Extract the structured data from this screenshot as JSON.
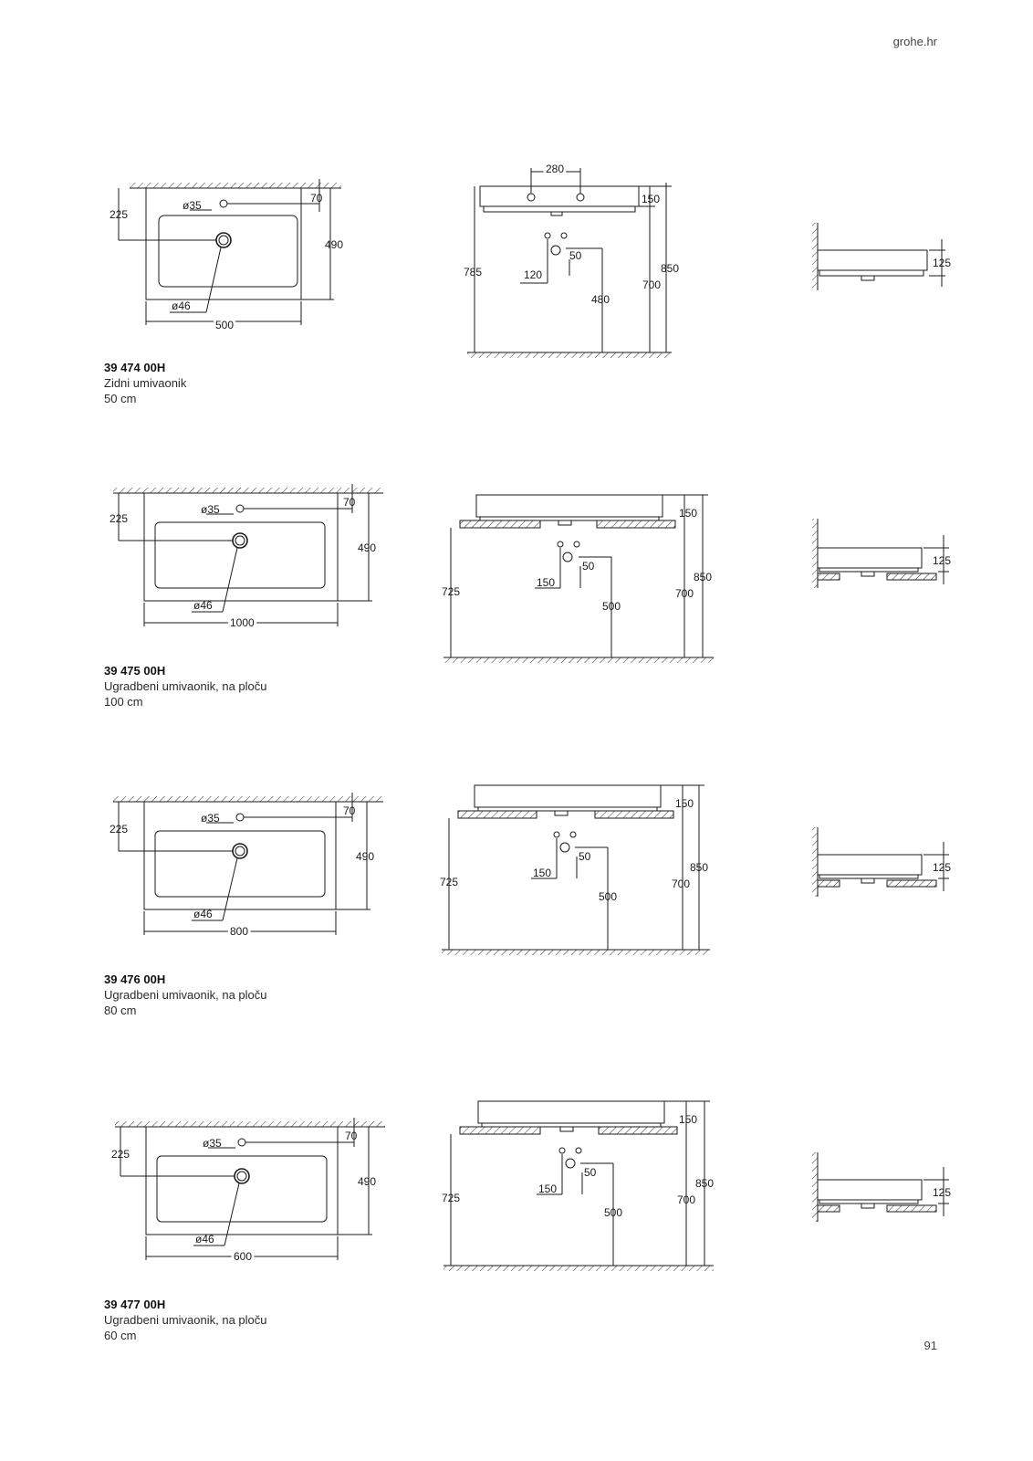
{
  "header": {
    "site": "grohe.hr"
  },
  "footer": {
    "page_number": "91"
  },
  "products": [
    {
      "code": "39 474 00H",
      "desc": "Zidni umivaonik",
      "size": "50 cm",
      "plan": {
        "width": "500",
        "depth": "490",
        "tap_hole": "ø35",
        "waste": "ø46",
        "d1": "225",
        "d2": "70"
      },
      "front": {
        "holes": "280",
        "rim": "150",
        "h_top": "850",
        "h_bottom": "700",
        "h_left": "785",
        "pipe1": "120",
        "pipe2": "50",
        "pipe3": "480"
      },
      "side": {
        "height": "125"
      }
    },
    {
      "code": "39 475 00H",
      "desc": "Ugradbeni umivaonik, na ploču",
      "size": "100 cm",
      "plan": {
        "width": "1000",
        "depth": "490",
        "tap_hole": "ø35",
        "waste": "ø46",
        "d1": "225",
        "d2": "70"
      },
      "front": {
        "rim": "150",
        "h_top": "850",
        "h_bottom": "700",
        "h_left": "725",
        "pipe1": "150",
        "pipe2": "50",
        "pipe3": "500"
      },
      "side": {
        "height": "125"
      }
    },
    {
      "code": "39 476 00H",
      "desc": "Ugradbeni umivaonik, na ploču",
      "size": "80 cm",
      "plan": {
        "width": "800",
        "depth": "490",
        "tap_hole": "ø35",
        "waste": "ø46",
        "d1": "225",
        "d2": "70"
      },
      "front": {
        "rim": "150",
        "h_top": "850",
        "h_bottom": "700",
        "h_left": "725",
        "pipe1": "150",
        "pipe2": "50",
        "pipe3": "500"
      },
      "side": {
        "height": "125"
      }
    },
    {
      "code": "39 477 00H",
      "desc": "Ugradbeni umivaonik, na ploču",
      "size": "60 cm",
      "plan": {
        "width": "600",
        "depth": "490",
        "tap_hole": "ø35",
        "waste": "ø46",
        "d1": "225",
        "d2": "70"
      },
      "front": {
        "rim": "150",
        "h_top": "850",
        "h_bottom": "700",
        "h_left": "725",
        "pipe1": "150",
        "pipe2": "50",
        "pipe3": "500"
      },
      "side": {
        "height": "125"
      }
    }
  ]
}
